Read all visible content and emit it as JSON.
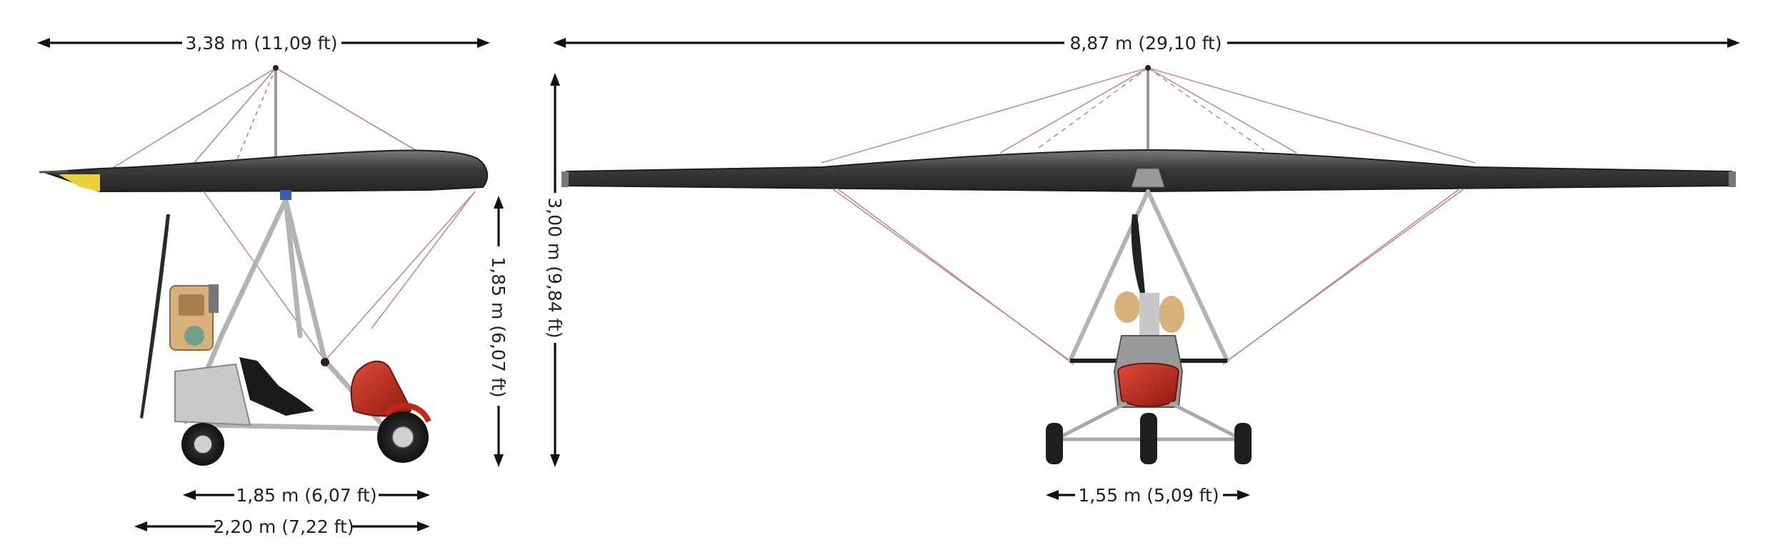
{
  "colors": {
    "wing_dark": "#3f3f3f",
    "wing_light": "#6b6b6b",
    "frame": "#b9b9b9",
    "cable": "#c28b8b",
    "fairing_red": "#c0281b",
    "tire": "#1e1e1e",
    "yellow": "#e8d23a",
    "text": "#222222"
  },
  "dimensions": {
    "side_span": "3,38 m (11,09 ft)",
    "front_span": "8,87 m (29,10 ft)",
    "total_height": "3,00 m (9,84 ft)",
    "trike_height": "1,85 m (6,07 ft)",
    "wheelbase": "1,85 m (6,07 ft)",
    "overall_length": "2,20 m (7,22 ft)",
    "track_width": "1,55 m (5,09 ft)"
  }
}
